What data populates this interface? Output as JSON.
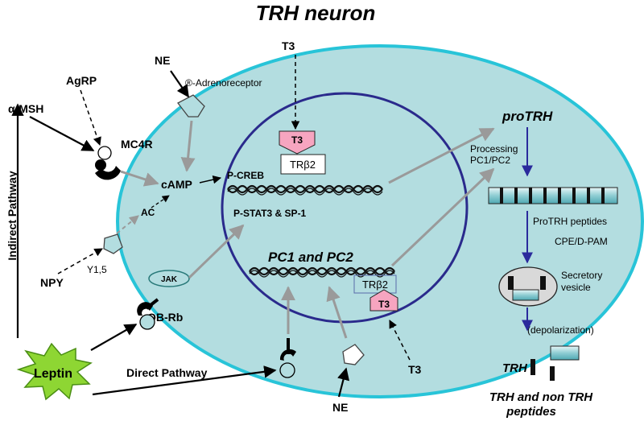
{
  "title": "TRH neuron",
  "signals": {
    "alpha_msh": "α-MSH",
    "agrp": "AgRP",
    "ne_top": "NE",
    "t3_top": "T3",
    "npy": "NPY",
    "leptin": "Leptin",
    "ne_bottom": "NE",
    "t3_bottom": "T3"
  },
  "receptors": {
    "mc4r": "MC4R",
    "adrenoreceptor": "®-Adrenoreceptor",
    "y15": "Y1,5",
    "obrb": "OB-Rb",
    "jak": "JAK",
    "trb2_top": "TRβ2",
    "t3_box_top": "T3",
    "trb2_bottom": "TRβ2",
    "t3_box_bottom": "T3"
  },
  "intracellular": {
    "camp": "cAMP",
    "ac": "AC",
    "pcreb": "P-CREB",
    "pstat3": "P-STAT3 & SP-1",
    "pc1pc2": "PC1 and PC2"
  },
  "processing": {
    "protrh": "proTRH",
    "processing_line1": "Processing",
    "processing_line2": "PC1/PC2",
    "protrh_peptides": "ProTRH peptides",
    "cpe": "CPE/D-PAM",
    "vesicle_line1": "Secretory",
    "vesicle_line2": "vesicle",
    "depolarization": "(depolarization)",
    "trh": "TRH",
    "output_line1": "TRH and non TRH",
    "output_line2": "peptides"
  },
  "pathways": {
    "indirect": "Indirect Pathway",
    "direct": "Direct Pathway"
  },
  "colors": {
    "cell_fill": "#b3dde0",
    "cell_border": "#28c4d8",
    "nucleus_border": "#2a2a8c",
    "t3_box": "#f6a5c0",
    "leptin_fill": "#8ed633",
    "gray_arrow": "#9a9a9a",
    "blue_arrow": "#2a2a9c"
  }
}
